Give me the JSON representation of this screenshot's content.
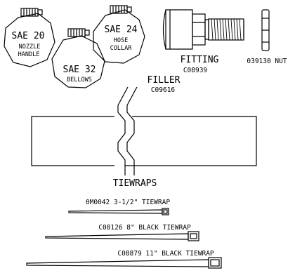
{
  "clamps": [
    {
      "size": "SAE 20",
      "line1": "NOZZLE",
      "line2": "HANDLE"
    },
    {
      "size": "SAE 32",
      "line1": "BELLOWS",
      "line2": ""
    },
    {
      "size": "SAE 24",
      "line1": "HOSE",
      "line2": "COLLAR"
    }
  ],
  "fitting": {
    "title": "FITTING",
    "part": "C08939"
  },
  "nut": {
    "label": "039130 NUT"
  },
  "filler": {
    "title": "FILLER",
    "part": "C09616"
  },
  "tiewraps": {
    "heading": "TIEWRAPS",
    "items": [
      {
        "label": "0M0042 3-1/2\" TIEWRAP"
      },
      {
        "label": "C08126 8\"  BLACK TIEWRAP"
      },
      {
        "label": "C08879 11\" BLACK TIEWRAP"
      }
    ]
  },
  "colors": {
    "line": "#000000",
    "background": "#ffffff"
  }
}
